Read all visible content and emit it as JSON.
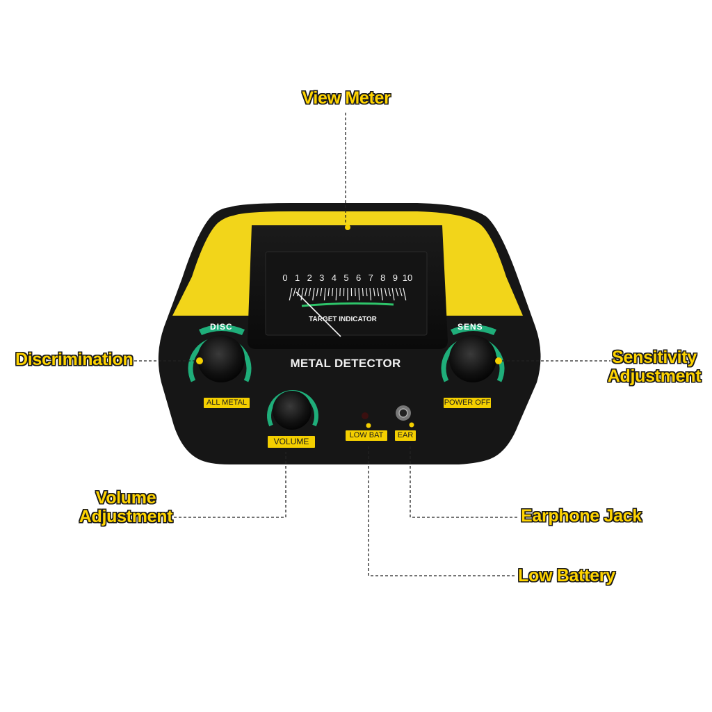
{
  "callouts": {
    "view_meter": "View Meter",
    "discrimination": "Discrimination",
    "sensitivity_line1": "Sensitivity",
    "sensitivity_line2": "Adjustment",
    "volume_line1": "Volume",
    "volume_line2": "Adjustment",
    "earphone_jack": "Earphone Jack",
    "low_battery": "Low Battery"
  },
  "panel": {
    "title": "METAL DETECTOR",
    "meter_label": "TARGET INDICATOR",
    "meter_scale": [
      "0",
      "1",
      "2",
      "3",
      "4",
      "5",
      "6",
      "7",
      "8",
      "9",
      "10"
    ],
    "disc_label": "DISC",
    "sens_label": "SENS",
    "all_metal": "ALL METAL",
    "power_off": "POWER OFF",
    "volume": "VOLUME",
    "low_bat": "LOW BAT",
    "ear": "EAR"
  },
  "colors": {
    "callout_text": "#ffd400",
    "body_yellow": "#f2d51a",
    "body_black": "#1c1c1c",
    "knob_ring_green": "#1fae7a",
    "meter_green": "#2ec46a"
  }
}
